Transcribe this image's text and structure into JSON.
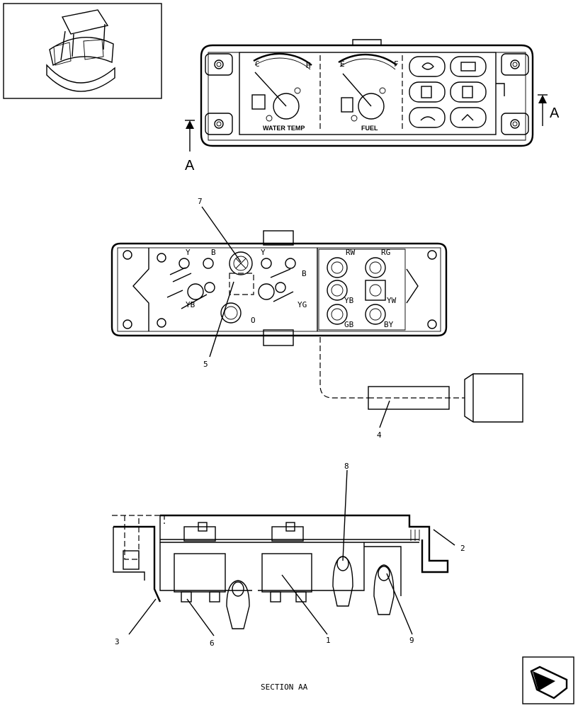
{
  "instrument_panel": {
    "water_temp_label": "WATER TEMP",
    "fuel_label": "FUEL",
    "gauge_temp_low": "C",
    "gauge_temp_high": "H",
    "gauge_fuel_low": "E",
    "gauge_fuel_high": "F"
  },
  "section_markers": {
    "left": "A",
    "right": "A"
  },
  "wire_codes": [
    "Y",
    "B",
    "Y",
    "B",
    "YB",
    "YG",
    "O",
    "RW",
    "RG",
    "YB",
    "YW",
    "GB",
    "BY"
  ],
  "callouts": [
    "1",
    "2",
    "3",
    "4",
    "5",
    "6",
    "7",
    "8",
    "9"
  ],
  "section_title": "SECTION AA",
  "icons": [
    "machine-thumbnail-icon",
    "oil-pressure-icon",
    "battery-icon",
    "coolant-icon",
    "fuel-pump-icon",
    "air-filter-icon",
    "hydraulic-icon",
    "next-page-arrow-icon"
  ]
}
